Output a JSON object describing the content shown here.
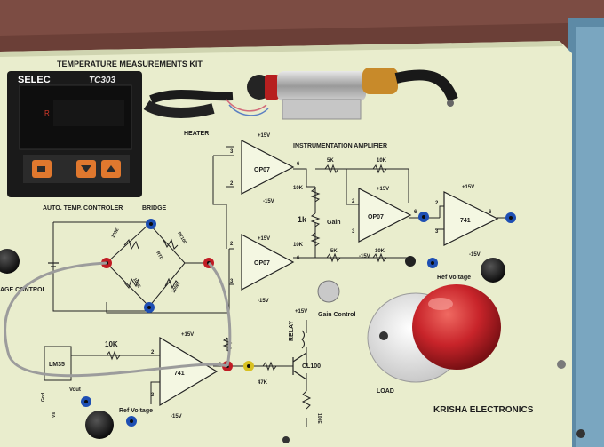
{
  "panel": {
    "title": "TEMPERATURE MEASUREMENTS KIT",
    "heater_label": "HEATER",
    "instr_amp_label": "INSTRUMENTATION AMPLIFIER",
    "controller_label": "AUTO. TEMP. CONTROLER",
    "bridge_label": "BRIDGE",
    "gain_label": "Gain",
    "gain_control_label": "Gain Control",
    "relay_label": "RELAY",
    "load_label": "LOAD",
    "lm35_label": "LM35",
    "ref_voltage_right": "Ref Voltage",
    "ref_voltage_left": "Ref Voltage",
    "left_edge_label": "AGE CONTROL",
    "brand": "KRISHA ELECTRONICS",
    "vout_label": "Vout",
    "gnd_label": "Gnd",
    "vs_label": "Vs"
  },
  "controller": {
    "brand": "SELEC",
    "model": "TC303",
    "indicator": "R"
  },
  "opamps": {
    "top": "OP07",
    "bottom": "OP07",
    "middle": "OP07",
    "right": "741",
    "lower": "741"
  },
  "resistors": {
    "r5k_top": "5K",
    "r10k_top": "10K",
    "r10k_a": "10K",
    "r1k": "1k",
    "r10k_b": "10K",
    "r5k_bottom": "5K",
    "r10k_bottom": "10K",
    "r10k_lm35": "10K",
    "r47k": "47K",
    "cl100": "CL100",
    "r100e_relay": "100E",
    "bridge_100e_a": "100E",
    "bridge_pt100": "PT100",
    "bridge_rtd": "RTD",
    "bridge_100e_b": "100E",
    "bridge_100e_c": "100E"
  },
  "supply": {
    "p15": "+15V",
    "m15": "-15V"
  },
  "pins": {
    "p2": "2",
    "p3": "3",
    "p6": "6"
  }
}
